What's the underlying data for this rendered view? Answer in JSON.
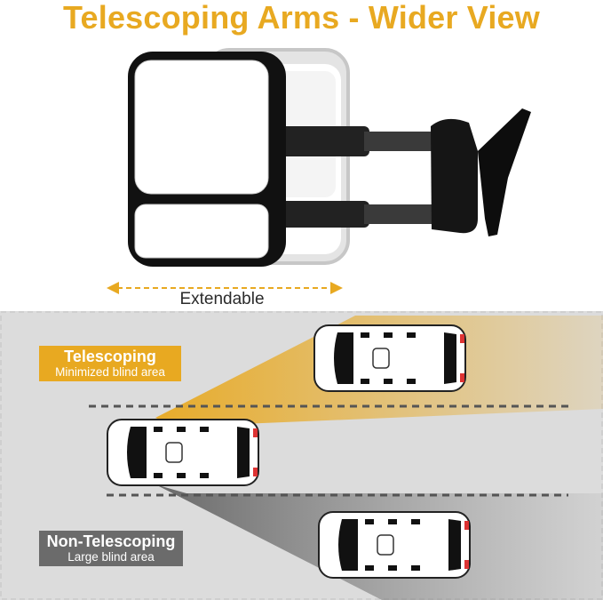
{
  "title": "Telescoping Arms - Wider View",
  "extend_label": "Extendable",
  "telescoping": {
    "label": "Telescoping",
    "sublabel": "Minimized blind area"
  },
  "non_telescoping": {
    "label": "Non-Telescoping",
    "sublabel": "Large blind area"
  },
  "colors": {
    "accent": "#e8a921",
    "grey_badge": "#6b6b6b",
    "road": "#dcdcdc",
    "mirror": "#111111"
  }
}
